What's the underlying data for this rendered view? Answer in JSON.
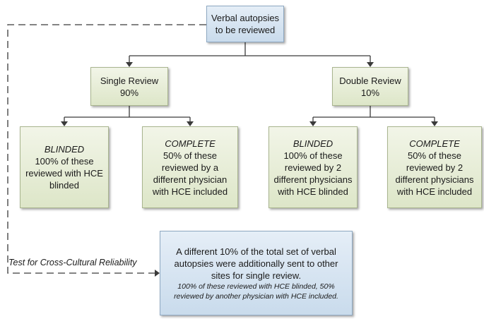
{
  "root": {
    "line1": "Verbal autopsies",
    "line2": "to be reviewed"
  },
  "single": {
    "line1": "Single Review",
    "line2": "90%"
  },
  "double": {
    "line1": "Double Review",
    "line2": "10%"
  },
  "leaves": [
    {
      "title": "BLINDED",
      "lines": [
        "100% of these",
        "reviewed with HCE",
        "blinded"
      ]
    },
    {
      "title": "COMPLETE",
      "lines": [
        "50% of these",
        "reviewed by a",
        "different physician",
        "with HCE included"
      ]
    },
    {
      "title": "BLINDED",
      "lines": [
        "100% of these",
        "reviewed by 2",
        "different physicians",
        "with HCE blinded"
      ]
    },
    {
      "title": "COMPLETE",
      "lines": [
        "50% of these",
        "reviewed by 2",
        "different physicians",
        "with HCE included"
      ]
    }
  ],
  "cross": {
    "lines": [
      "A different 10% of the total set of verbal",
      "autopsies were additionally sent to other",
      "sites for single review."
    ],
    "note_lines": [
      "100% of these reviewed with HCE blinded, 50%",
      "reviewed by another physician with HCE included."
    ]
  },
  "edge_label": "Test for Cross-Cultural Reliability",
  "colors": {
    "blue_box": "#c9dbec",
    "green_box": "#dde6c8",
    "line": "#3a3a3a"
  }
}
